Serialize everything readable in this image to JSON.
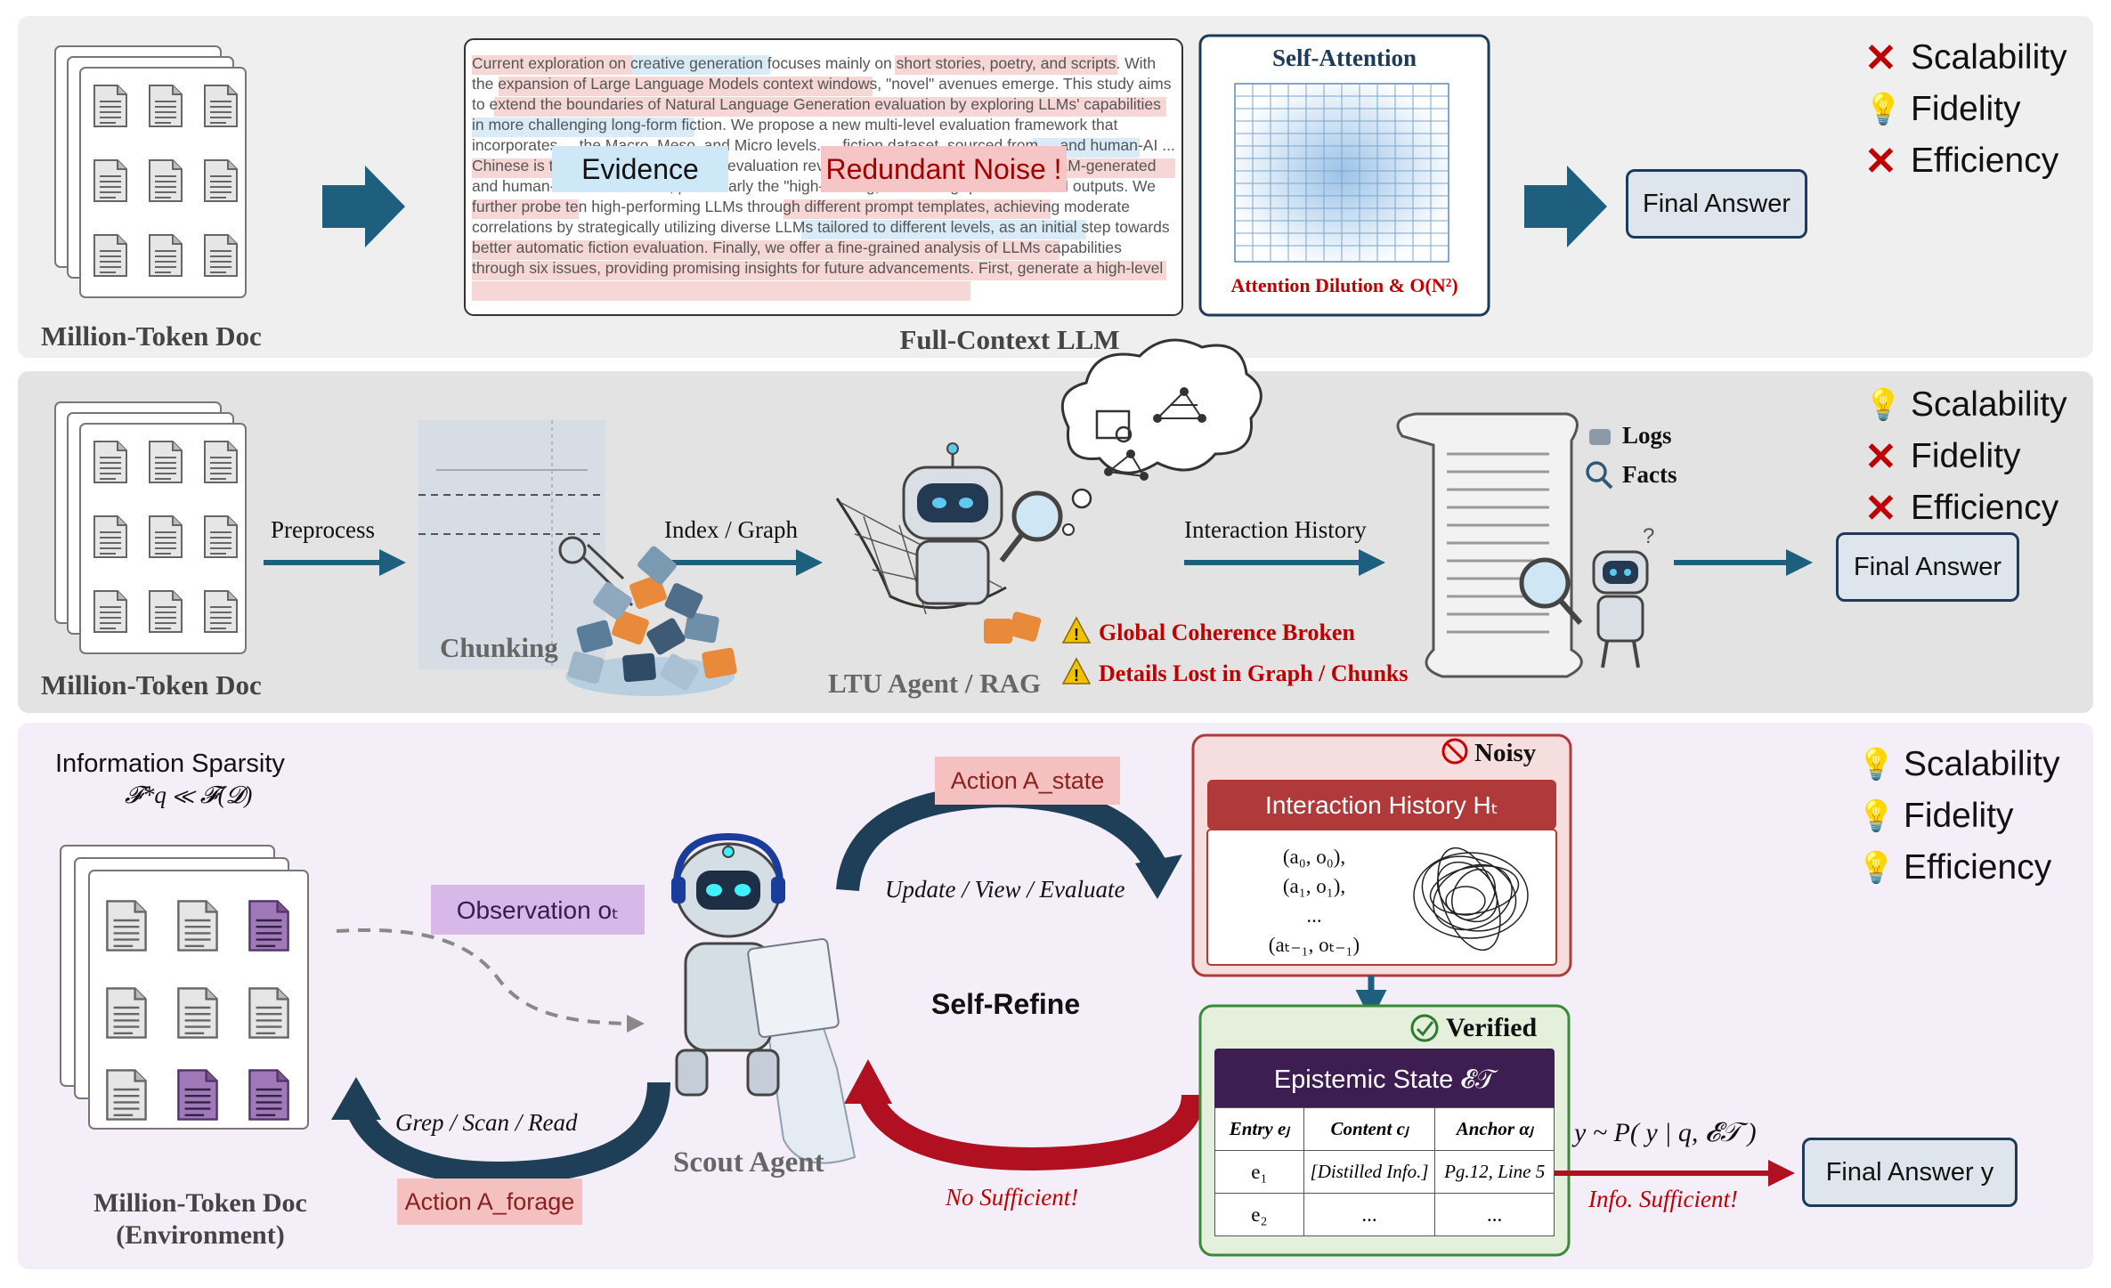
{
  "panel1": {
    "doc_label": "Million-Token Doc",
    "text_block": "Current exploration on creative generation focuses mainly on short stories, poetry, and scripts. With the expansion of Large Language Models context windows, \"novel\" avenues emerge. This study aims to extend the boundaries of Natural Language Generation evaluation by exploring LLMs' capabilities in more challenging long-form fiction. We propose a new multi-level evaluation framework that incorporates ... the Macro, Meso, and Micro levels. ... fiction dataset, sourced from ... and human-AI ... Chinese is then constructed. Human evaluation reveals notable disparities between LLM-generated and human-authored fictions, particularly the \"high-starting, low-ending\" pattern in LLM outputs. We further probe ten high-performing LLMs through different prompt templates, achieving moderate correlations by strategically utilizing diverse LLMs tailored to different levels, as an initial step towards better automatic fiction evaluation. Finally, we offer a fine-grained analysis of LLMs capabilities through six issues, providing promising insights for future advancements. First, generate a high-level",
    "evidence_label": "Evidence",
    "noise_label": "Redundant Noise !",
    "attention_title": "Self-Attention",
    "attention_note": "Attention Dilution & O(N²)",
    "context_label": "Full-Context LLM",
    "final_answer": "Final Answer",
    "criteria": [
      {
        "icon": "cross-icon",
        "label": "Scalability"
      },
      {
        "icon": "lightbulb-icon",
        "label": "Fidelity"
      },
      {
        "icon": "cross-icon",
        "label": "Efficiency"
      }
    ]
  },
  "panel2": {
    "doc_label": "Million-Token Doc",
    "preprocess": "Preprocess",
    "chunking": "Chunking",
    "index_graph": "Index / Graph",
    "agent_label": "LTU Agent / RAG",
    "warn1": "Global Coherence Broken",
    "warn2": "Details Lost in Graph / Chunks",
    "interaction_history": "Interaction History",
    "logs": "Logs",
    "facts": "Facts",
    "final_answer": "Final Answer",
    "criteria": [
      {
        "icon": "lightbulb-icon",
        "label": "Scalability"
      },
      {
        "icon": "cross-icon",
        "label": "Fidelity"
      },
      {
        "icon": "cross-icon",
        "label": "Efficiency"
      }
    ]
  },
  "panel3": {
    "sparsity_title": "Information Sparsity",
    "sparsity_formula": "𝓕*q ≪ 𝓕(𝓓)",
    "observation": "Observation oₜ",
    "doc_label_1": "Million-Token Doc",
    "doc_label_2": "(Environment)",
    "action_forage": "Action A_forage",
    "grep_scan_read": "Grep / Scan / Read",
    "scout_agent": "Scout Agent",
    "action_state": "Action A_state",
    "update_view": "Update / View / Evaluate",
    "self_refine": "Self-Refine",
    "no_sufficient": "No Sufficient!",
    "noisy": "Noisy",
    "history_title": "Interaction History Hₜ",
    "history_items": [
      "(a₀, o₀),",
      "(a₁, o₁),",
      "...",
      "(aₜ₋₁, oₜ₋₁)"
    ],
    "verified": "Verified",
    "epistemic_title": "Epistemic State 𝓔𝒯",
    "table_headers": [
      "Entry eⱼ",
      "Content cⱼ",
      "Anchor αⱼ"
    ],
    "table_rows": [
      [
        "e₁",
        "[Distilled Info.]",
        "Pg.12, Line 5"
      ],
      [
        "e₂",
        "...",
        "..."
      ]
    ],
    "formula": "y ~ P( y | q, 𝓔𝒯 )",
    "info_sufficient": "Info. Sufficient!",
    "final_answer": "Final Answer y",
    "criteria": [
      {
        "icon": "lightbulb-icon",
        "label": "Scalability"
      },
      {
        "icon": "lightbulb-icon",
        "label": "Fidelity"
      },
      {
        "icon": "lightbulb-icon",
        "label": "Efficiency"
      }
    ]
  },
  "colors": {
    "arrow_blue": "#1e5f7e",
    "dark_navy": "#1d3a5a",
    "warn_red": "#c00000",
    "noisy_red": "#b03a3a",
    "verified_green": "#3a8a3a",
    "epistemic_purple": "#3e1e52",
    "observation_purple": "#d8b8e8"
  }
}
